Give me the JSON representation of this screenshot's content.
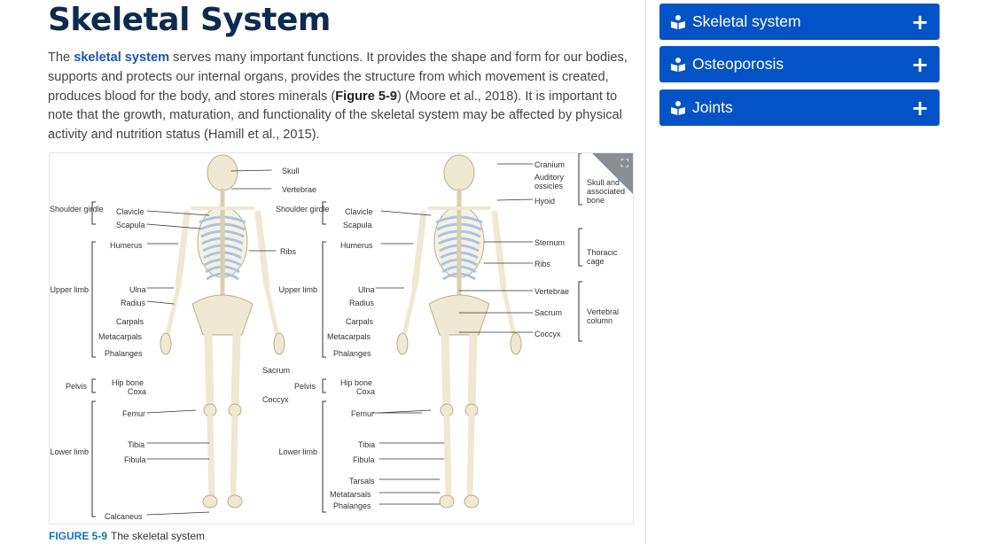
{
  "title": "Skeletal System",
  "paragraph": {
    "p1": "The ",
    "link": "skeletal system",
    "p2": " serves many important functions. It provides the shape and form for our bodies, supports and protects our internal organs, provides the structure from which movement is created, produces blood for the body, and stores minerals (",
    "figref": "Figure 5-9",
    "p3": ") (Moore et al., 2018). It is important to note that the growth, maturation, and functionality of the skeletal system may be affected by physical activity and nutrition status (Hamill et al., 2015)."
  },
  "accordion": [
    {
      "label": "Skeletal system",
      "icon": "book-reader-icon",
      "toggle": "+"
    },
    {
      "label": "Osteoporosis",
      "icon": "book-reader-icon",
      "toggle": "+"
    },
    {
      "label": "Joints",
      "icon": "book-reader-icon",
      "toggle": "+"
    }
  ],
  "figure": {
    "expand_icon": "expand-icon",
    "caption_num": "FIGURE 5-9",
    "caption_text": "The skeletal system",
    "posterior": {
      "shoulder_girdle": "Shoulder girdle",
      "clavicle": "Clavicle",
      "scapula": "Scapula",
      "humerus": "Humerus",
      "upper_limb": "Upper limb",
      "ulna": "Ulna",
      "radius": "Radius",
      "carpals": "Carpals",
      "metacarpals": "Metacarpals",
      "phalanges": "Phalanges",
      "pelvis": "Pelvis",
      "hip_bone": "Hip bone",
      "coxa": "Coxa",
      "femur": "Femur",
      "lower_limb": "Lower limb",
      "tibia": "Tibia",
      "fibula": "Fibula",
      "calcaneus": "Calcaneus",
      "skull": "Skull",
      "vertebrae": "Vertebrae",
      "ribs": "Ribs",
      "sacrum": "Sacrum",
      "coccyx": "Coccyx"
    },
    "anterior": {
      "shoulder_girdle": "Shoulder girdle",
      "clavicle": "Clavicle",
      "scapula": "Scapula",
      "humerus": "Humerus",
      "upper_limb": "Upper limb",
      "ulna": "Ulna",
      "radius": "Radius",
      "carpals": "Carpals",
      "metacarpals": "Metacarpals",
      "phalanges": "Phalanges",
      "pelvis": "Pelvis",
      "hip_bone": "Hip bone",
      "coxa": "Coxa",
      "femur": "Femur",
      "lower_limb": "Lower limb",
      "tibia": "Tibia",
      "fibula": "Fibula",
      "tarsals": "Tarsals",
      "metatarsals": "Metatarsals",
      "phalanges_foot": "Phalanges",
      "cranium": "Cranium",
      "auditory_ossicles": "Auditory ossicles",
      "hyoid": "Hyoid",
      "skull_assoc": "Skull and associated bone",
      "sternum": "Sternum",
      "ribs": "Ribs",
      "thoracic_cage": "Thoracic cage",
      "vertebrae": "Vertebrae",
      "sacrum": "Sacrum",
      "coccyx": "Coccyx",
      "vertebral_column": "Vertebral column"
    }
  }
}
